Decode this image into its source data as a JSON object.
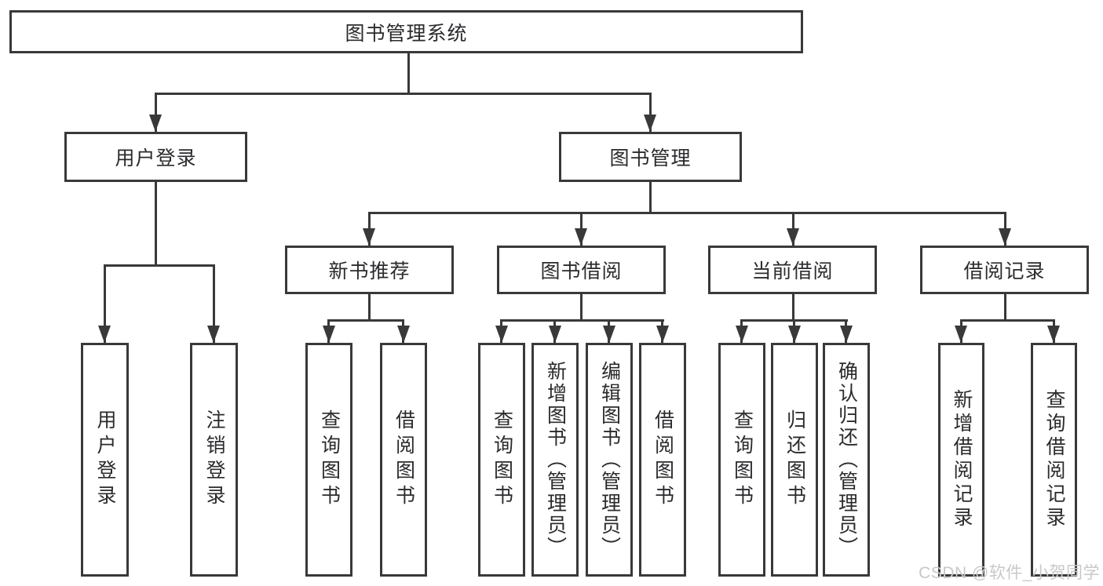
{
  "tree": {
    "label": "图书管理系统",
    "children": [
      {
        "label": "用户登录",
        "children": [
          {
            "label": "用户登录"
          },
          {
            "label": "注销登录"
          }
        ]
      },
      {
        "label": "图书管理",
        "children": [
          {
            "label": "新书推荐",
            "children": [
              {
                "label": "查询图书"
              },
              {
                "label": "借阅图书"
              }
            ]
          },
          {
            "label": "图书借阅",
            "children": [
              {
                "label": "查询图书"
              },
              {
                "label": "新增图书（管理员）"
              },
              {
                "label": "编辑图书（管理员）"
              },
              {
                "label": "借阅图书"
              }
            ]
          },
          {
            "label": "当前借阅",
            "children": [
              {
                "label": "查询图书"
              },
              {
                "label": "归还图书"
              },
              {
                "label": "确认归还（管理员）"
              }
            ]
          },
          {
            "label": "借阅记录",
            "children": [
              {
                "label": "新增借阅记录"
              },
              {
                "label": "查询借阅记录"
              }
            ]
          }
        ]
      }
    ]
  },
  "watermark": {
    "text": "CSDN @软件_小贺同学"
  },
  "colors": {
    "line": "#39393b",
    "text": "#2b2b2e",
    "background": "#ffffff",
    "watermark": "#c8c8c8"
  }
}
